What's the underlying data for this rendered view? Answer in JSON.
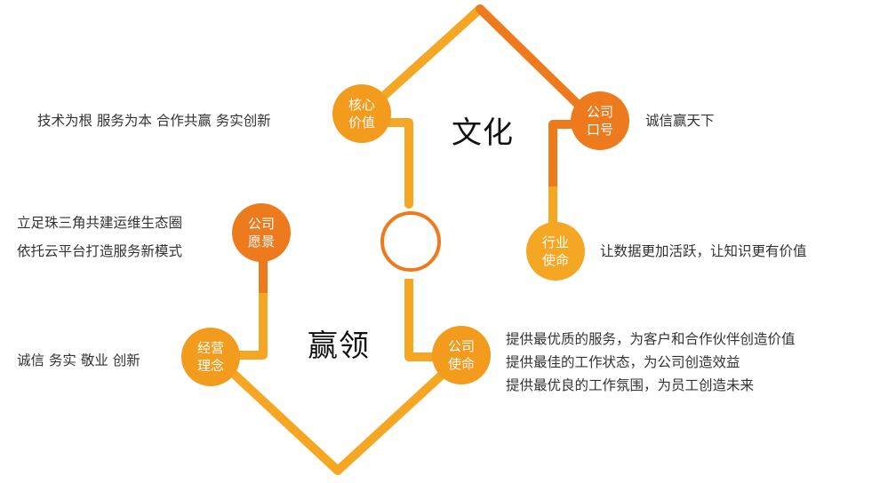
{
  "colors": {
    "orange_light": "#F5A623",
    "orange_dark": "#EE7A1E",
    "node_fill": "#F29B1D"
  },
  "headings": {
    "culture": "文化",
    "leadership": "赢领"
  },
  "nodes": {
    "core_values": {
      "line1": "核心",
      "line2": "价值"
    },
    "company_slogan": {
      "line1": "公司",
      "line2": "口号"
    },
    "industry_mission": {
      "line1": "行业",
      "line2": "使命"
    },
    "company_vision": {
      "line1": "公司",
      "line2": "愿景"
    },
    "business_philosophy": {
      "line1": "经营",
      "line2": "理念"
    },
    "company_mission": {
      "line1": "公司",
      "line2": "使命"
    }
  },
  "texts": {
    "core_values": "技术为根 服务为本 合作共赢 务实创新",
    "company_slogan": "诚信赢天下",
    "industry_mission": "让数据更加活跃，让知识更有价值",
    "company_vision": [
      "立足珠三角共建运维生态圈",
      "依托云平台打造服务新模式"
    ],
    "business_philosophy": "诚信 务实 敬业 创新",
    "company_mission": [
      "提供最优质的服务，为客户和合作伙伴创造价值",
      "提供最佳的工作状态，为公司创造效益",
      "提供最优良的工作氛围，为员工创造未来"
    ]
  }
}
